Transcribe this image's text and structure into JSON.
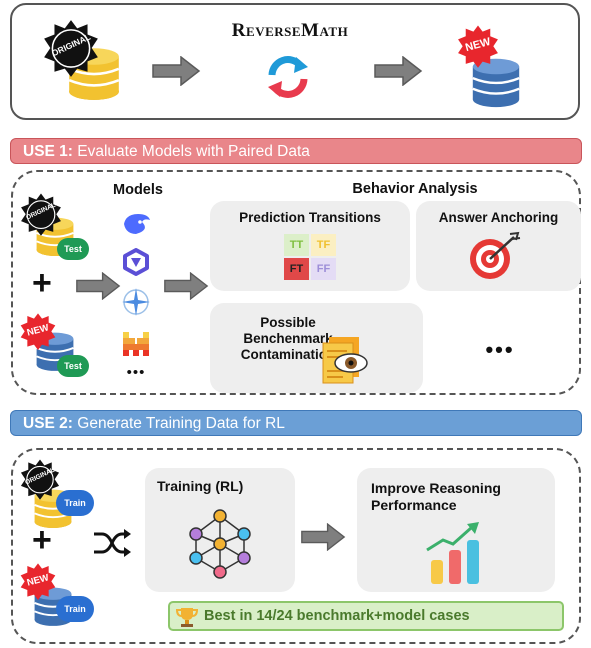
{
  "top": {
    "title": "ReverseMath",
    "badge_original": "ORIGINAL",
    "badge_new": "NEW"
  },
  "use1": {
    "prefix": "USE 1:",
    "text": "Evaluate Models with Paired Data",
    "color": "#e9868a",
    "border": "#c9555a",
    "models_heading": "Models",
    "behavior_heading": "Behavior Analysis",
    "test_tag": "Test",
    "plus": "+",
    "more": "•••",
    "cards": {
      "prediction_title": "Prediction Transitions",
      "grid": [
        "TT",
        "TF",
        "FT",
        "FF"
      ],
      "anchoring_title": "Answer Anchoring",
      "contamination_title": "Possible Benchenmark Contamination"
    }
  },
  "use2": {
    "prefix": "USE 2:",
    "text": "Generate Training Data for RL",
    "color": "#6b9fd6",
    "border": "#3f78b8",
    "train_tag": "Train",
    "plus": "+",
    "training_title": "Training (RL)",
    "improve_title": "Improve Reasoning Performance",
    "best_text": "Best in 14/24 benchmark+model cases"
  },
  "colors": {
    "arrow": "#7f7f7f",
    "accent_green": "#4a7a2c",
    "db_gold": "#f2c230",
    "db_blue": "#3d6fb0"
  }
}
